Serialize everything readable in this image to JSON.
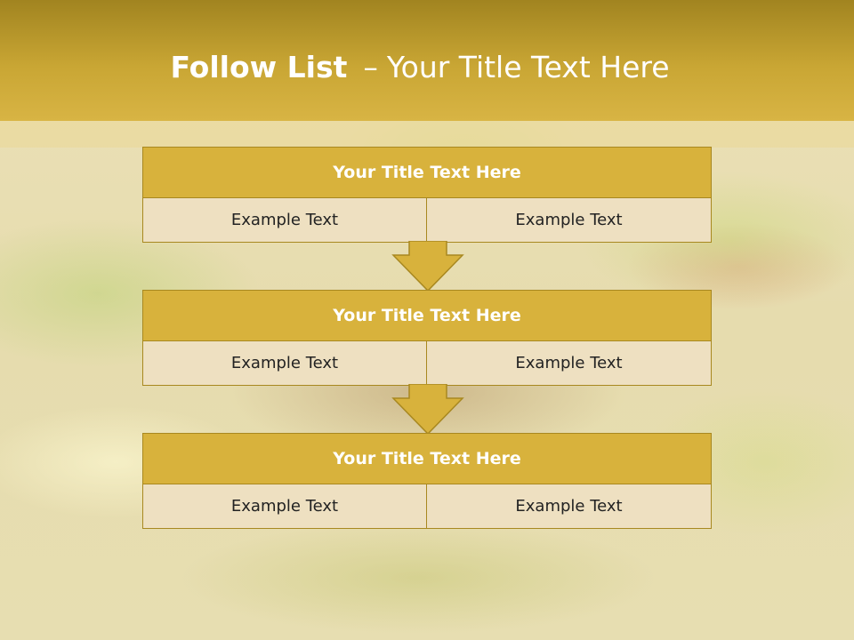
{
  "slide": {
    "title_bold": "Follow List",
    "title_sep": "–",
    "title_rest": "Your Title Text Here"
  },
  "steps": [
    {
      "title": "Your Title Text Here",
      "left": "Example Text",
      "right": "Example Text"
    },
    {
      "title": "Your Title Text Here",
      "left": "Example Text",
      "right": "Example Text"
    },
    {
      "title": "Your Title Text Here",
      "left": "Example Text",
      "right": "Example Text"
    }
  ],
  "colors": {
    "header": "#c9a634",
    "box_title": "#d8b23c",
    "cell": "#eee0c1",
    "border": "#a88820",
    "arrow": "#d8b23c"
  }
}
